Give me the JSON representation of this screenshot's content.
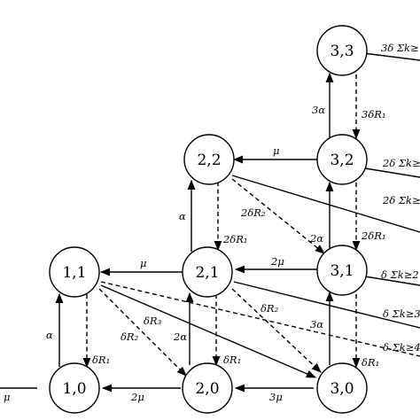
{
  "diagram": {
    "nodes": [
      {
        "id": "3,3",
        "label": "3,3"
      },
      {
        "id": "2,2",
        "label": "2,2"
      },
      {
        "id": "3,2",
        "label": "3,2"
      },
      {
        "id": "1,1",
        "label": "1,1"
      },
      {
        "id": "2,1",
        "label": "2,1"
      },
      {
        "id": "3,1",
        "label": "3,1"
      },
      {
        "id": "1,0",
        "label": "1,0"
      },
      {
        "id": "2,0",
        "label": "2,0"
      },
      {
        "id": "3,0",
        "label": "3,0"
      }
    ],
    "edge_labels": {
      "e_33_out": "3δ Σk≥",
      "e_33_32": "3δR₁",
      "e_32_33": "3α",
      "e_32_22": "μ",
      "e_32_out1": "2δ Σk≥",
      "e_32_out2": "2δ Σk≥",
      "e_22_21": "2δR₁",
      "e_21_22": "α",
      "e_22_31": "2δR₂",
      "e_31_32": "2α",
      "e_32_31": "2δR₁",
      "e_21_11": "μ",
      "e_31_21": "2μ",
      "e_31_out1": "δ Σk≥2",
      "e_31_out2": "δ Σk≥3",
      "e_11_out": "δ Σk≥4",
      "e_11_21_dR3": "δR₃",
      "e_11_20_dR2": "δR₂",
      "e_21_30_dR2": "δR₂",
      "e_20_21": "2α",
      "e_21_20": "δR₁",
      "e_30_31": "3α",
      "e_31_30": "δR₁",
      "e_10_11": "α",
      "e_11_10": "δR₁",
      "e_20_10": "2μ",
      "e_30_20": "3μ",
      "e_in_10": "μ"
    }
  }
}
